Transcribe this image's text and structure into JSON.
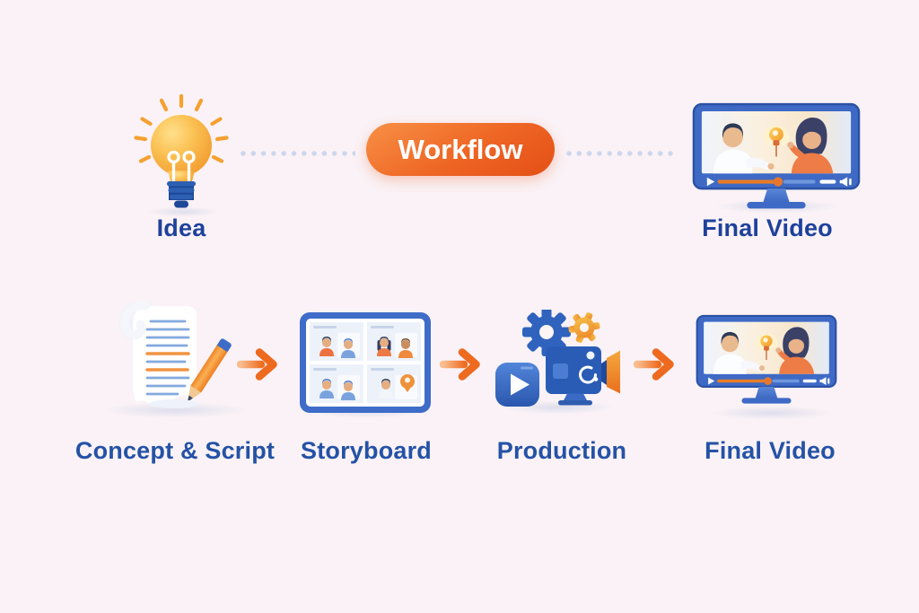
{
  "illustration": {
    "background_color": "#faf2f6",
    "workflow_pill": {
      "label": "Workflow",
      "color_from": "#f89045",
      "color_to": "#e44f16",
      "text_color": "#ffffff"
    },
    "top_row": {
      "idea": {
        "label": "Idea",
        "icon": "lightbulb-icon"
      },
      "final_video": {
        "label": "Final Video",
        "icon": "monitor-video-icon"
      },
      "connector_style": "dotted",
      "connector_dot_color": "#ccd7ee"
    },
    "pipeline_steps": [
      {
        "label": "Concept & Script",
        "icon": "script-pencil-icon"
      },
      {
        "label": "Storyboard",
        "icon": "storyboard-grid-icon"
      },
      {
        "label": "Production",
        "icon": "camera-gears-icon"
      },
      {
        "label": "Final Video",
        "icon": "monitor-video-icon"
      }
    ],
    "arrow_color": "#ed6a1f",
    "label_color": "#2452a6"
  }
}
